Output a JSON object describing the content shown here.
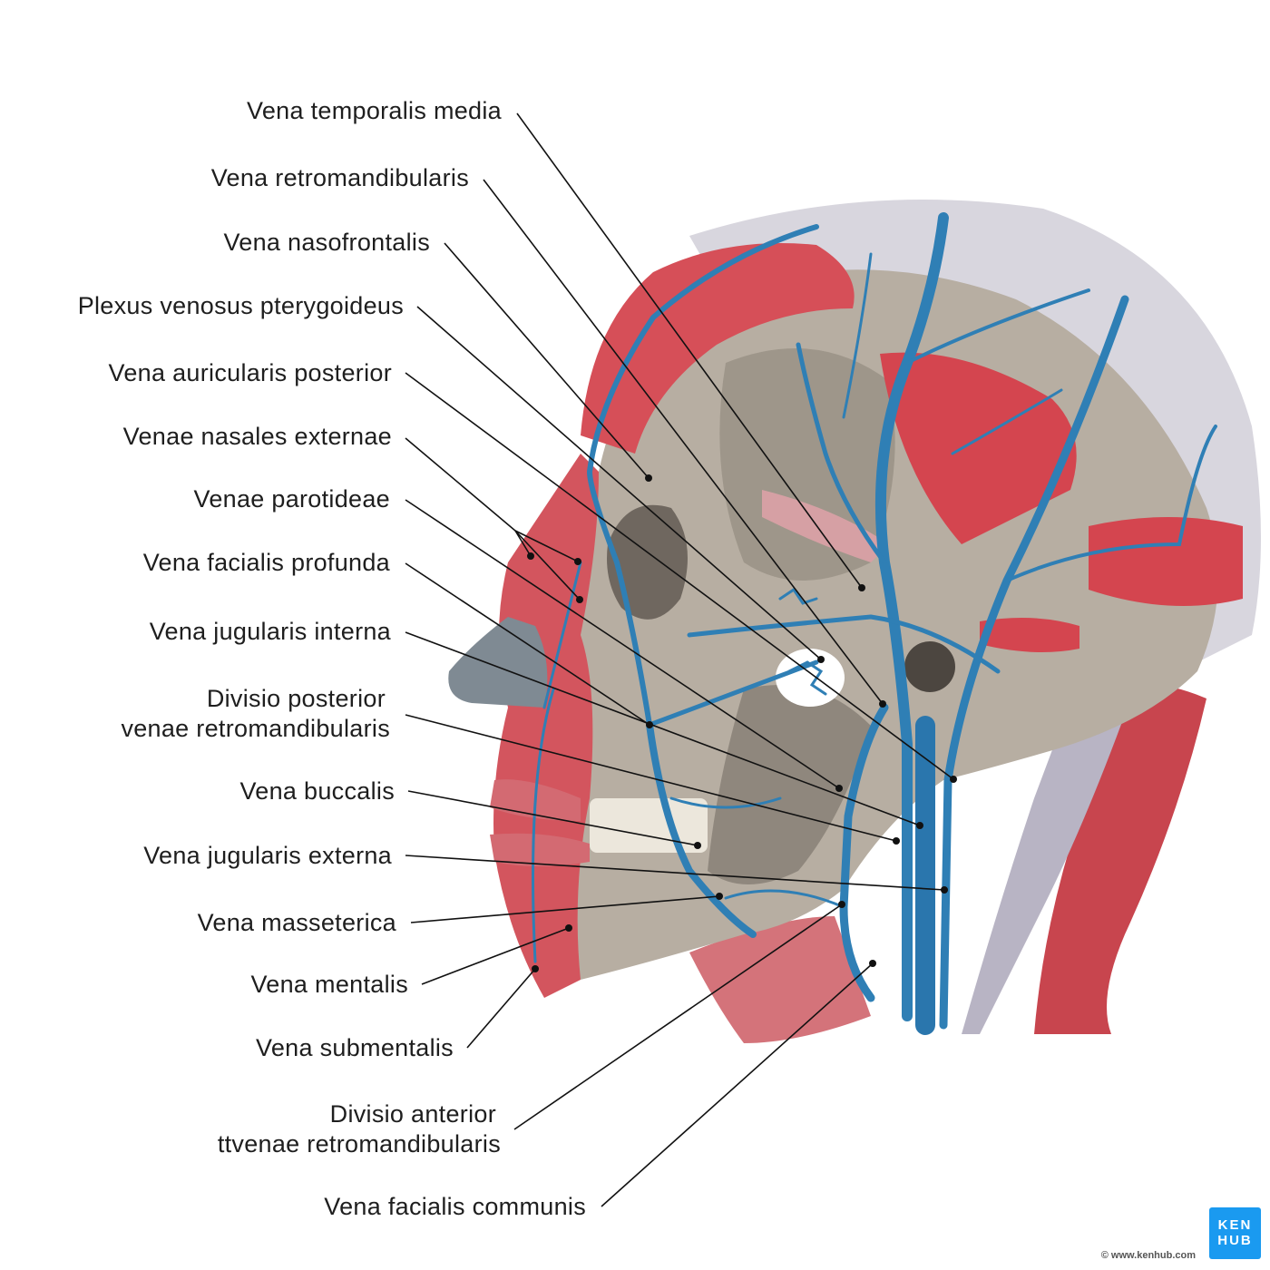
{
  "labels": [
    {
      "text": "Vena temporalis media"
    },
    {
      "text": "Vena retromandibularis"
    },
    {
      "text": "Vena nasofrontalis"
    },
    {
      "text": "Plexus venosus pterygoideus"
    },
    {
      "text": "Vena auricularis posterior"
    },
    {
      "text": "Venae nasales externae"
    },
    {
      "text": "Venae parotideae"
    },
    {
      "text": "Vena facialis profunda"
    },
    {
      "text": "Vena jugularis interna"
    },
    {
      "line1": "Divisio posterior",
      "line2": "venae retromandibularis"
    },
    {
      "text": "Vena buccalis"
    },
    {
      "text": "Vena jugularis externa"
    },
    {
      "text": "Vena masseterica"
    },
    {
      "text": "Vena mentalis"
    },
    {
      "text": "Vena submentalis"
    },
    {
      "line1": "Divisio anterior",
      "line2": "ttvenae retromandibularis"
    },
    {
      "text": "Vena facialis communis"
    }
  ],
  "logo": {
    "line1": "KEN",
    "line2": "HUB"
  },
  "copyright": "© www.kenhub.com",
  "watermark": "© www.kenhub.com",
  "colors": {
    "vein": "#2f7fb5",
    "muscle": "#d9575f",
    "bone": "#b9b0a3",
    "brand": "#1a9af0"
  }
}
